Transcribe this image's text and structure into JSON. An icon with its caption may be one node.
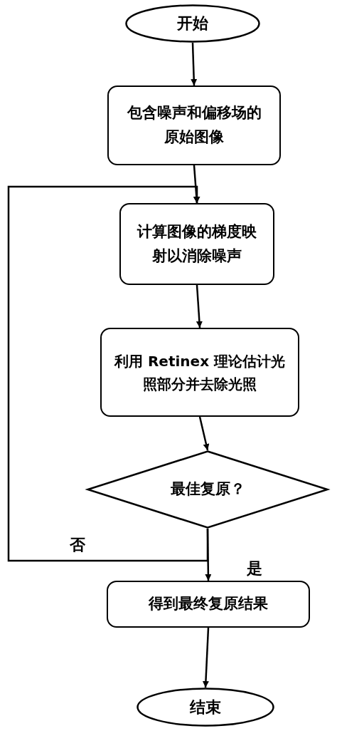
{
  "diagram": {
    "nodes": [
      {
        "text": [
          "开始"
        ]
      },
      {
        "text": [
          "包含噪声和偏移场的原始图像"
        ]
      },
      {
        "text": [
          "计算图像的梯度映射以消除噪声"
        ]
      },
      {
        "text": [
          "利用 Retinex 理论估计光照部分并去除光照"
        ]
      },
      {
        "text": [
          "最佳复原？"
        ]
      },
      {
        "text": [
          "得到最终复原结果"
        ]
      },
      {
        "text": [
          "结束"
        ]
      }
    ],
    "edges": [
      {
        "from": 0,
        "to": 1,
        "arrow": "to"
      },
      {
        "from": 1,
        "to": 2,
        "arrow": "to"
      },
      {
        "from": 2,
        "to": 3,
        "arrow": "to"
      },
      {
        "from": 3,
        "to": 4,
        "arrow": "to"
      },
      {
        "from": 4,
        "to": 5,
        "arrow": "to",
        "label": "是"
      },
      {
        "from": 4,
        "to": 2,
        "arrow": "to",
        "label": "否"
      },
      {
        "from": 5,
        "to": 6,
        "arrow": "to"
      }
    ]
  }
}
